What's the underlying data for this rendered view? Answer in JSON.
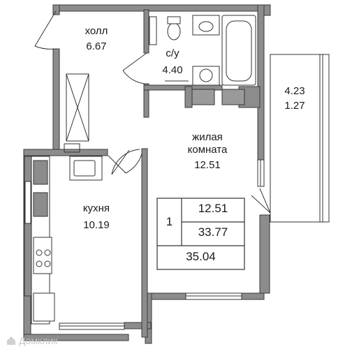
{
  "rooms": {
    "hall": {
      "name": "холл",
      "area": "6.67"
    },
    "bathroom": {
      "name": "с/у",
      "area": "4.40"
    },
    "living": {
      "name_line1": "жилая",
      "name_line2": "комната",
      "area": "12.51"
    },
    "kitchen": {
      "name": "кухня",
      "area": "10.19"
    },
    "balcony": {
      "area": "4.23",
      "area_reduced": "1.27"
    }
  },
  "summary": {
    "rooms_count": "1",
    "living_area": "12.51",
    "total_area": "33.77",
    "total_with_balcony": "35.04"
  },
  "watermark": {
    "text": "Домклик"
  },
  "colors": {
    "wall": "#8c8c8c",
    "wall_stroke": "#3a3a3a",
    "line": "#333333"
  }
}
